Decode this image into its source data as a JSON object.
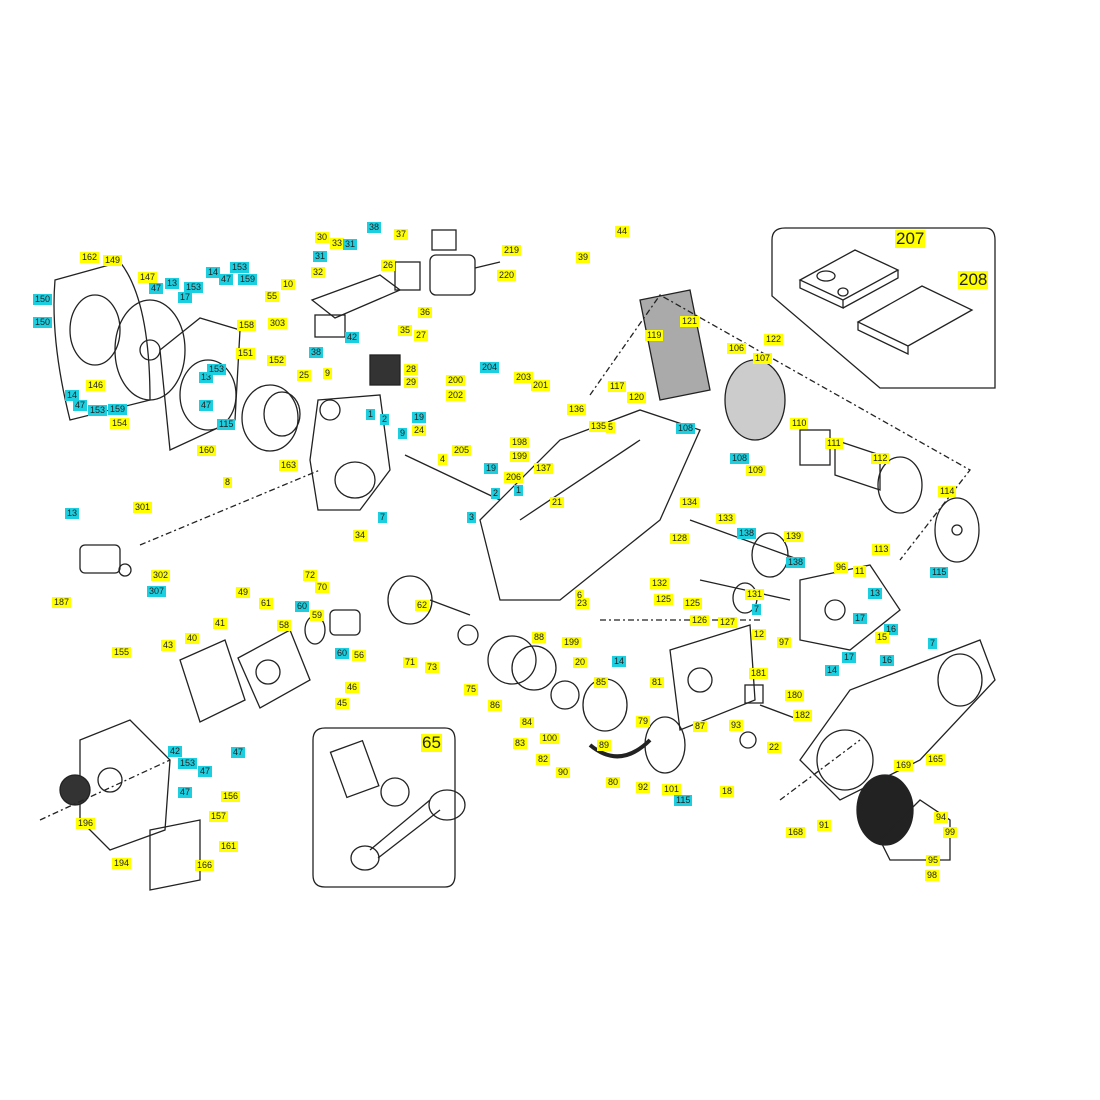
{
  "colors": {
    "yellow": "#ffff00",
    "cyan": "#1ccfe0",
    "line": "#222222"
  },
  "kits": [
    {
      "n": "207"
    },
    {
      "n": "208"
    },
    {
      "n": "65"
    }
  ],
  "callouts": [
    {
      "n": "162",
      "c": "y"
    },
    {
      "n": "149",
      "c": "y"
    },
    {
      "n": "150",
      "c": "c"
    },
    {
      "n": "150",
      "c": "c"
    },
    {
      "n": "147",
      "c": "y"
    },
    {
      "n": "47",
      "c": "c"
    },
    {
      "n": "13",
      "c": "c"
    },
    {
      "n": "153",
      "c": "c"
    },
    {
      "n": "17",
      "c": "c"
    },
    {
      "n": "14",
      "c": "c"
    },
    {
      "n": "153",
      "c": "c"
    },
    {
      "n": "47",
      "c": "c"
    },
    {
      "n": "159",
      "c": "c"
    },
    {
      "n": "158",
      "c": "y"
    },
    {
      "n": "151",
      "c": "y"
    },
    {
      "n": "146",
      "c": "y"
    },
    {
      "n": "14",
      "c": "c"
    },
    {
      "n": "47",
      "c": "c"
    },
    {
      "n": "153",
      "c": "c"
    },
    {
      "n": "159",
      "c": "c"
    },
    {
      "n": "154",
      "c": "y"
    },
    {
      "n": "13",
      "c": "c"
    },
    {
      "n": "153",
      "c": "c"
    },
    {
      "n": "47",
      "c": "c"
    },
    {
      "n": "115",
      "c": "c"
    },
    {
      "n": "160",
      "c": "y"
    },
    {
      "n": "152",
      "c": "y"
    },
    {
      "n": "38",
      "c": "c"
    },
    {
      "n": "25",
      "c": "y"
    },
    {
      "n": "9",
      "c": "y"
    },
    {
      "n": "163",
      "c": "y"
    },
    {
      "n": "8",
      "c": "y"
    },
    {
      "n": "30",
      "c": "y"
    },
    {
      "n": "33",
      "c": "y"
    },
    {
      "n": "31",
      "c": "c"
    },
    {
      "n": "38",
      "c": "c"
    },
    {
      "n": "37",
      "c": "y"
    },
    {
      "n": "31",
      "c": "c"
    },
    {
      "n": "32",
      "c": "y"
    },
    {
      "n": "10",
      "c": "y"
    },
    {
      "n": "55",
      "c": "y"
    },
    {
      "n": "26",
      "c": "y"
    },
    {
      "n": "36",
      "c": "y"
    },
    {
      "n": "303",
      "c": "y"
    },
    {
      "n": "35",
      "c": "y"
    },
    {
      "n": "27",
      "c": "y"
    },
    {
      "n": "42",
      "c": "c"
    },
    {
      "n": "28",
      "c": "y"
    },
    {
      "n": "29",
      "c": "y"
    },
    {
      "n": "219",
      "c": "y"
    },
    {
      "n": "220",
      "c": "y"
    },
    {
      "n": "1",
      "c": "c"
    },
    {
      "n": "2",
      "c": "c"
    },
    {
      "n": "19",
      "c": "c"
    },
    {
      "n": "24",
      "c": "y"
    },
    {
      "n": "9",
      "c": "c"
    },
    {
      "n": "4",
      "c": "y"
    },
    {
      "n": "7",
      "c": "c"
    },
    {
      "n": "3",
      "c": "c"
    },
    {
      "n": "34",
      "c": "y"
    },
    {
      "n": "204",
      "c": "c"
    },
    {
      "n": "200",
      "c": "y"
    },
    {
      "n": "202",
      "c": "y"
    },
    {
      "n": "203",
      "c": "y"
    },
    {
      "n": "201",
      "c": "y"
    },
    {
      "n": "205",
      "c": "y"
    },
    {
      "n": "198",
      "c": "y"
    },
    {
      "n": "199",
      "c": "y"
    },
    {
      "n": "137",
      "c": "y"
    },
    {
      "n": "19",
      "c": "c"
    },
    {
      "n": "206",
      "c": "y"
    },
    {
      "n": "2",
      "c": "c"
    },
    {
      "n": "1",
      "c": "c"
    },
    {
      "n": "44",
      "c": "y"
    },
    {
      "n": "39",
      "c": "y"
    },
    {
      "n": "121",
      "c": "y"
    },
    {
      "n": "119",
      "c": "y"
    },
    {
      "n": "122",
      "c": "y"
    },
    {
      "n": "106",
      "c": "y"
    },
    {
      "n": "107",
      "c": "y"
    },
    {
      "n": "117",
      "c": "y"
    },
    {
      "n": "120",
      "c": "y"
    },
    {
      "n": "108",
      "c": "c"
    },
    {
      "n": "108",
      "c": "c"
    },
    {
      "n": "109",
      "c": "y"
    },
    {
      "n": "136",
      "c": "y"
    },
    {
      "n": "135",
      "c": "y"
    },
    {
      "n": "5",
      "c": "y"
    },
    {
      "n": "21",
      "c": "y"
    },
    {
      "n": "110",
      "c": "y"
    },
    {
      "n": "111",
      "c": "y"
    },
    {
      "n": "112",
      "c": "y"
    },
    {
      "n": "114",
      "c": "y"
    },
    {
      "n": "113",
      "c": "y"
    },
    {
      "n": "115",
      "c": "c"
    },
    {
      "n": "134",
      "c": "y"
    },
    {
      "n": "133",
      "c": "y"
    },
    {
      "n": "138",
      "c": "c"
    },
    {
      "n": "139",
      "c": "y"
    },
    {
      "n": "128",
      "c": "y"
    },
    {
      "n": "138",
      "c": "c"
    },
    {
      "n": "96",
      "c": "y"
    },
    {
      "n": "11",
      "c": "y"
    },
    {
      "n": "132",
      "c": "y"
    },
    {
      "n": "125",
      "c": "y"
    },
    {
      "n": "125",
      "c": "y"
    },
    {
      "n": "131",
      "c": "y"
    },
    {
      "n": "13",
      "c": "c"
    },
    {
      "n": "7",
      "c": "c"
    },
    {
      "n": "126",
      "c": "y"
    },
    {
      "n": "127",
      "c": "y"
    },
    {
      "n": "12",
      "c": "y"
    },
    {
      "n": "97",
      "c": "y"
    },
    {
      "n": "17",
      "c": "c"
    },
    {
      "n": "16",
      "c": "c"
    },
    {
      "n": "15",
      "c": "y"
    },
    {
      "n": "7",
      "c": "c"
    },
    {
      "n": "17",
      "c": "c"
    },
    {
      "n": "16",
      "c": "c"
    },
    {
      "n": "14",
      "c": "c"
    },
    {
      "n": "6",
      "c": "y"
    },
    {
      "n": "23",
      "c": "y"
    },
    {
      "n": "199",
      "c": "y"
    },
    {
      "n": "20",
      "c": "y"
    },
    {
      "n": "14",
      "c": "c"
    },
    {
      "n": "75",
      "c": "y"
    },
    {
      "n": "88",
      "c": "y"
    },
    {
      "n": "86",
      "c": "y"
    },
    {
      "n": "85",
      "c": "y"
    },
    {
      "n": "84",
      "c": "y"
    },
    {
      "n": "83",
      "c": "y"
    },
    {
      "n": "100",
      "c": "y"
    },
    {
      "n": "82",
      "c": "y"
    },
    {
      "n": "90",
      "c": "y"
    },
    {
      "n": "81",
      "c": "y"
    },
    {
      "n": "79",
      "c": "y"
    },
    {
      "n": "89",
      "c": "y"
    },
    {
      "n": "80",
      "c": "y"
    },
    {
      "n": "92",
      "c": "y"
    },
    {
      "n": "101",
      "c": "y"
    },
    {
      "n": "115",
      "c": "c"
    },
    {
      "n": "87",
      "c": "y"
    },
    {
      "n": "181",
      "c": "y"
    },
    {
      "n": "180",
      "c": "y"
    },
    {
      "n": "93",
      "c": "y"
    },
    {
      "n": "182",
      "c": "y"
    },
    {
      "n": "22",
      "c": "y"
    },
    {
      "n": "18",
      "c": "y"
    },
    {
      "n": "165",
      "c": "y"
    },
    {
      "n": "169",
      "c": "y"
    },
    {
      "n": "168",
      "c": "y"
    },
    {
      "n": "91",
      "c": "y"
    },
    {
      "n": "94",
      "c": "y"
    },
    {
      "n": "99",
      "c": "y"
    },
    {
      "n": "95",
      "c": "y"
    },
    {
      "n": "98",
      "c": "y"
    },
    {
      "n": "13",
      "c": "c"
    },
    {
      "n": "301",
      "c": "y"
    },
    {
      "n": "187",
      "c": "y"
    },
    {
      "n": "302",
      "c": "y"
    },
    {
      "n": "307",
      "c": "c"
    },
    {
      "n": "72",
      "c": "y"
    },
    {
      "n": "70",
      "c": "y"
    },
    {
      "n": "49",
      "c": "y"
    },
    {
      "n": "61",
      "c": "y"
    },
    {
      "n": "60",
      "c": "c"
    },
    {
      "n": "59",
      "c": "y"
    },
    {
      "n": "58",
      "c": "y"
    },
    {
      "n": "62",
      "c": "y"
    },
    {
      "n": "60",
      "c": "c"
    },
    {
      "n": "56",
      "c": "y"
    },
    {
      "n": "41",
      "c": "y"
    },
    {
      "n": "40",
      "c": "y"
    },
    {
      "n": "43",
      "c": "y"
    },
    {
      "n": "155",
      "c": "y"
    },
    {
      "n": "71",
      "c": "y"
    },
    {
      "n": "73",
      "c": "y"
    },
    {
      "n": "45",
      "c": "y"
    },
    {
      "n": "46",
      "c": "y"
    },
    {
      "n": "42",
      "c": "c"
    },
    {
      "n": "47",
      "c": "c"
    },
    {
      "n": "153",
      "c": "c"
    },
    {
      "n": "47",
      "c": "c"
    },
    {
      "n": "156",
      "c": "y"
    },
    {
      "n": "47",
      "c": "c"
    },
    {
      "n": "157",
      "c": "y"
    },
    {
      "n": "196",
      "c": "y"
    },
    {
      "n": "161",
      "c": "y"
    },
    {
      "n": "194",
      "c": "y"
    },
    {
      "n": "166",
      "c": "y"
    }
  ]
}
